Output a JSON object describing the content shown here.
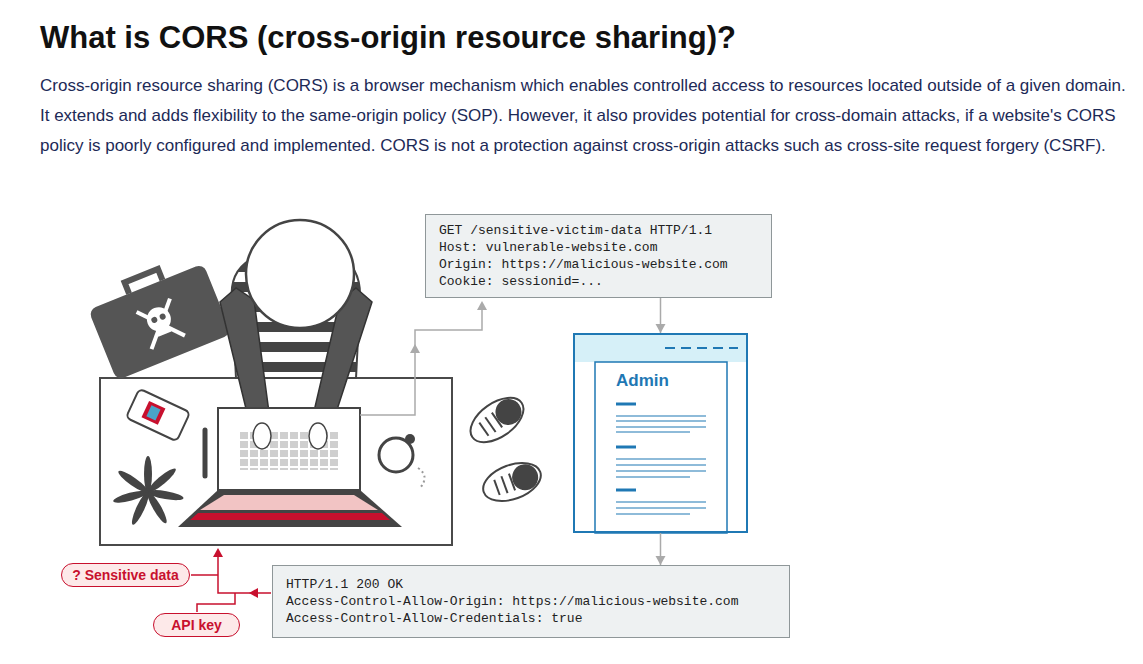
{
  "diagram": {
    "title": "What is CORS (cross-origin resource sharing)?",
    "nodes": [
      {
        "text": [
          "GET /sensitive-victim-data HTTP/1.1",
          "Host: vulnerable-website.com",
          "Origin: https://malicious-website.com",
          "Cookie: sessionid=..."
        ]
      },
      {
        "text": [
          "Admin"
        ]
      },
      {
        "text": [
          "HTTP/1.1 200 OK",
          "Access-Control-Allow-Origin: https://malicious-website.com",
          "Access-Control-Allow-Credentials: true"
        ]
      },
      {
        "text": [
          "? Sensitive data"
        ]
      },
      {
        "text": [
          "API key"
        ]
      }
    ],
    "edges": [
      {
        "from": 0,
        "to": 1,
        "arrow": "to"
      },
      {
        "from": 1,
        "to": 2,
        "arrow": "to"
      }
    ],
    "labels": [
      "Cross-origin resource sharing (CORS) is a browser mechanism which enables controlled access to resources located outside of a given domain. It extends and adds flexibility to the same-origin policy (SOP). However, it also provides potential for cross-domain attacks, if a website's CORS policy is poorly configured and implemented. CORS is not a protection against cross-origin attacks such as cross-site request forgery (CSRF)."
    ]
  }
}
